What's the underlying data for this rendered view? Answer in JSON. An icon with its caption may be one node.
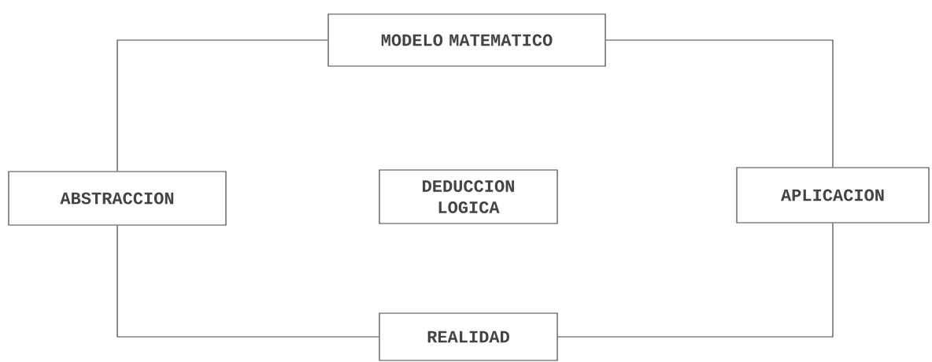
{
  "diagram": {
    "nodes": [
      {
        "text": [
          "MODELO MATEMATICO"
        ]
      },
      {
        "text": [
          "ABSTRACCION"
        ]
      },
      {
        "text": [
          "DEDUCCION LOGICA"
        ]
      },
      {
        "text": [
          "APLICACION"
        ]
      },
      {
        "text": [
          "REALIDAD"
        ]
      }
    ],
    "edges": [
      {
        "from": 1,
        "to": 0,
        "arrow": "none"
      },
      {
        "from": 0,
        "to": 3,
        "arrow": "none"
      },
      {
        "from": 3,
        "to": 4,
        "arrow": "none"
      },
      {
        "from": 4,
        "to": 1,
        "arrow": "none"
      }
    ]
  }
}
